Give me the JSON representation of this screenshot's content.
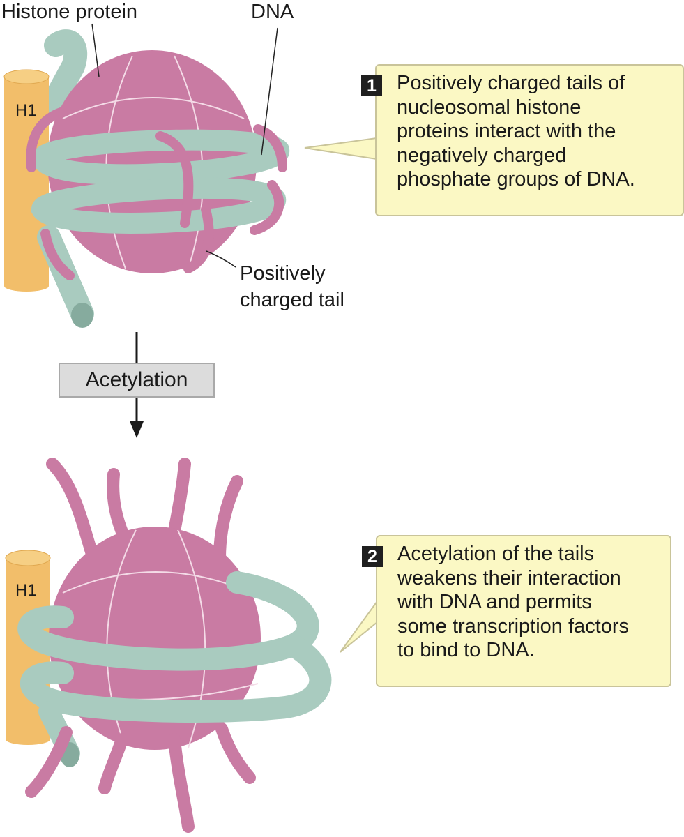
{
  "top": {
    "histone_label": "Histone protein",
    "dna_label": "DNA",
    "h1_label": "H1",
    "tail_label_line1": "Positively",
    "tail_label_line2": "charged tail"
  },
  "callout1": {
    "number": "1",
    "lines": [
      "Positively charged tails of",
      "nucleosomal histone",
      "proteins interact with the",
      "negatively charged",
      "phosphate groups of DNA."
    ]
  },
  "process": {
    "step_label": "Acetylation"
  },
  "bottom": {
    "h1_label": "H1"
  },
  "callout2": {
    "number": "2",
    "lines": [
      "Acetylation of the tails",
      "weakens their interaction",
      "with DNA and permits",
      "some transcription factors",
      "to bind to DNA."
    ]
  },
  "colors": {
    "histone": "#c97ba3",
    "histone_edge": "#b2688f",
    "dna": "#a9cbbf",
    "dna_edge": "#86ab9e",
    "h1": "#f2be6a",
    "h1_top": "#f6cf84",
    "callout_fill": "#fbf8c4"
  }
}
